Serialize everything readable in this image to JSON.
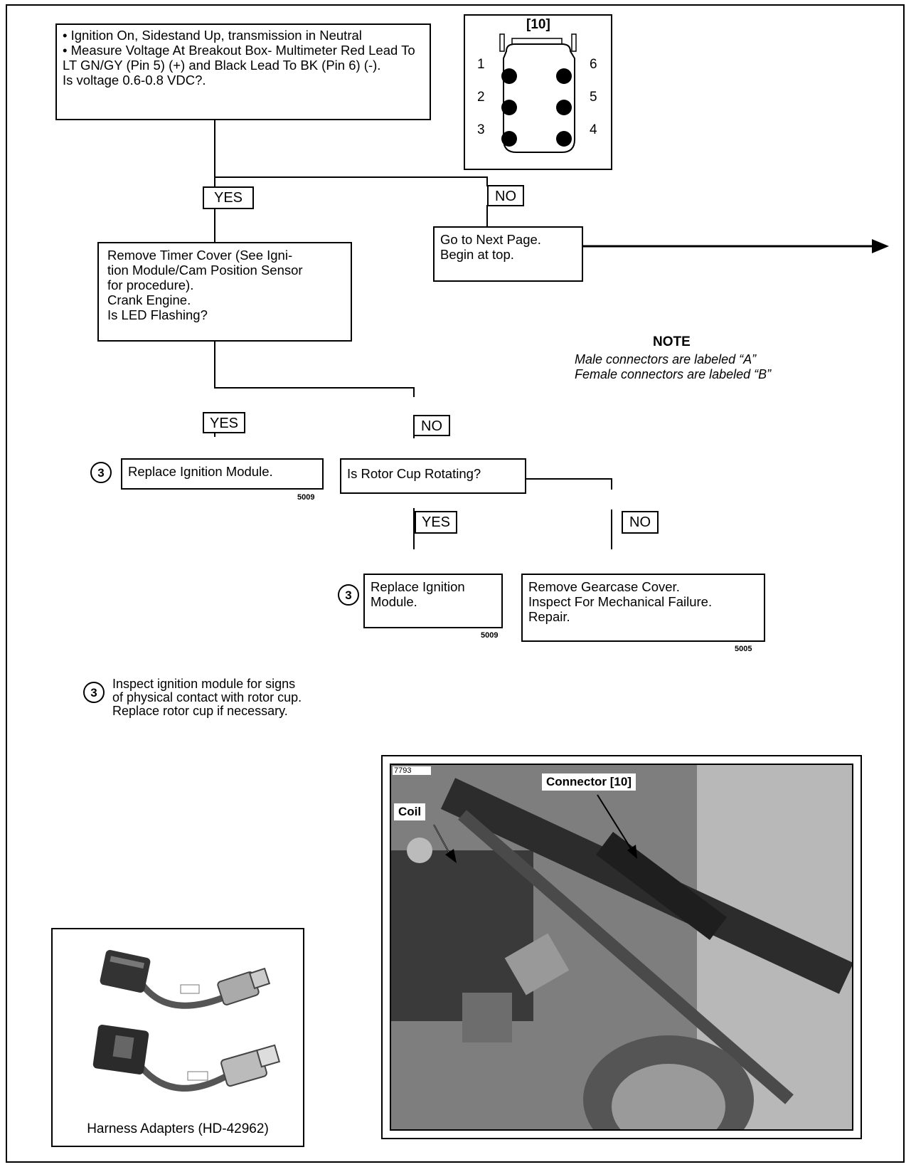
{
  "flow": {
    "start": {
      "lines": [
        "• Ignition On, Sidestand Up, transmission in Neutral",
        "• Measure Voltage At Breakout Box- Multimeter Red Lead To LT GN/GY (Pin 5) (+) and Black Lead To BK (Pin 6) (-).",
        "Is voltage 0.6-0.8 VDC?."
      ]
    },
    "yes1": "YES",
    "no1": "NO",
    "next_page": "Go to Next Page.\nBegin at top.",
    "timer_cover": "Remove Timer Cover (See Igni-\ntion Module/Cam Position Sensor\nfor procedure).\nCrank Engine.\nIs LED Flashing?",
    "yes2": "YES",
    "no2": "NO",
    "replace1": "Replace Ignition Module.",
    "replace1_ref": "5009",
    "rotor": "Is Rotor Cup Rotating?",
    "yes3": "YES",
    "no3": "NO",
    "replace2": "Replace Ignition\nModule.",
    "replace2_ref": "5009",
    "gearcase": "Remove Gearcase Cover.\nInspect For Mechanical Failure.\nRepair.",
    "gearcase_ref": "5005"
  },
  "connector": {
    "title": "[10]",
    "pins_left": [
      "1",
      "2",
      "3"
    ],
    "pins_right": [
      "6",
      "5",
      "4"
    ]
  },
  "note": {
    "heading": "NOTE",
    "line1": "Male connectors are labeled “A”",
    "line2": "Female connectors are labeled “B”"
  },
  "footnote": {
    "marker": "3",
    "text": "Inspect ignition module for signs\nof physical contact with rotor cup.\nReplace rotor cup if necessary."
  },
  "photo": {
    "id": "7793",
    "coil_label": "Coil",
    "connector_label": "Connector [10]"
  },
  "harness": {
    "caption": "Harness Adapters (HD-42962)"
  }
}
